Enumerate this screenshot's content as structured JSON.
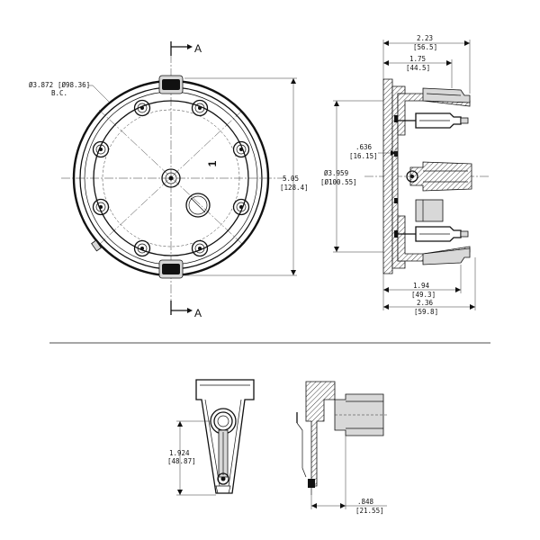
{
  "section_marks": {
    "top": "A",
    "bottom": "A"
  },
  "front_view": {
    "bolt_circle": {
      "value": "Ø3.872",
      "metric": "[Ø98.36]",
      "note": "B.C."
    },
    "height": {
      "value": "5.05",
      "metric": "[128.4]"
    },
    "index_mark": "1"
  },
  "section_view": {
    "overall_width": {
      "value": "2.23",
      "metric": "[56.5]"
    },
    "mid_width": {
      "value": "1.75",
      "metric": "[44.5]"
    },
    "offset": {
      "value": ".636",
      "metric": "[16.15]"
    },
    "diameter": {
      "value": "Ø3.959",
      "metric": "[Ø100.55]"
    },
    "base_width": {
      "value": "1.94",
      "metric": "[49.3]"
    },
    "total_width": {
      "value": "2.36",
      "metric": "[59.8]"
    }
  },
  "rotor_front": {
    "height": {
      "value": "1.924",
      "metric": "[48.87]"
    }
  },
  "rotor_side": {
    "width": {
      "value": ".848",
      "metric": "[21.55]"
    }
  }
}
